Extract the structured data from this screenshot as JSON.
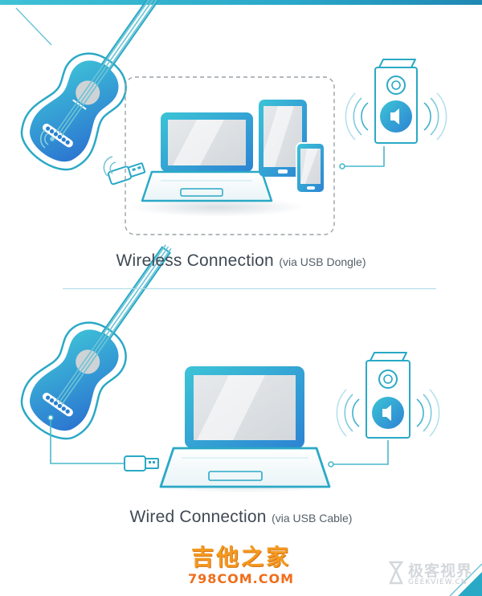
{
  "wireless": {
    "title": "Wireless Connection",
    "subtitle": "(via USB Dongle)"
  },
  "wired": {
    "title": "Wired Connection",
    "subtitle": "(via USB Cable)"
  },
  "watermark": {
    "site_name": "吉他之家",
    "site_url": "798COM.COM",
    "logo_cn": "极客视界",
    "logo_en": "GEEKVIEW.CN"
  },
  "colors": {
    "teal": "#2ab3c9",
    "teal_light": "#7fd4e0",
    "blue": "#2b7fd4",
    "line": "#49b8cc",
    "text": "#3f4a55",
    "watermark_orange": "#f39a20"
  },
  "icons": [
    "guitar-icon",
    "laptop-icon",
    "tablet-icon",
    "phone-icon",
    "speaker-icon",
    "usb-dongle-icon",
    "usb-cable-icon",
    "sound-waves-icon"
  ]
}
